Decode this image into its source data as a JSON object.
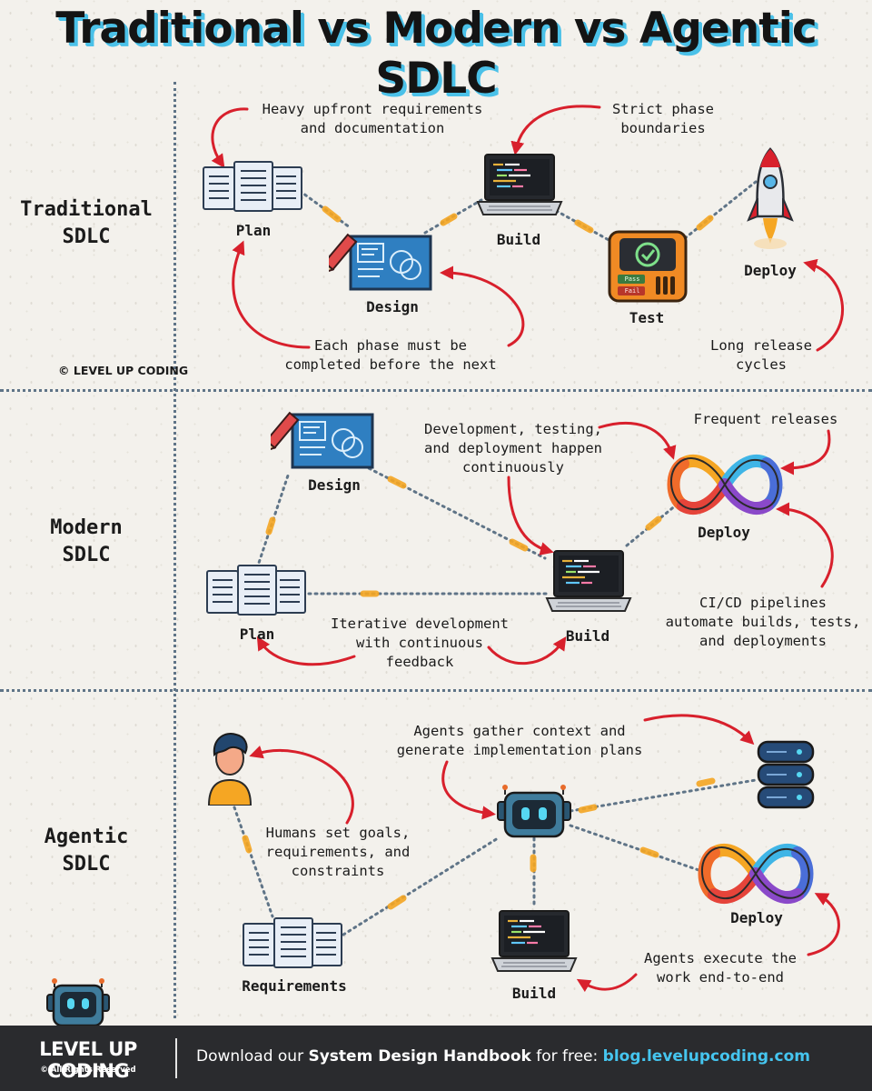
{
  "title": "Traditional vs Modern vs Agentic SDLC",
  "copyright": "© LEVEL UP CODING",
  "colors": {
    "arrow": "#d8202c",
    "connector": "#f5a623",
    "accent": "#45c5ef",
    "footer_bg": "#2a2b2e"
  },
  "traditional": {
    "label_line1": "Traditional",
    "label_line2": "SDLC",
    "nodes": {
      "plan": "Plan",
      "design": "Design",
      "build": "Build",
      "test": "Test",
      "deploy": "Deploy"
    },
    "test_badges": {
      "pass": "Pass",
      "fail": "Fail"
    },
    "notes": {
      "requirements": "Heavy upfront requirements\nand documentation",
      "boundaries": "Strict phase\nboundaries",
      "sequential": "Each phase must be\ncompleted before the next",
      "release": "Long release\ncycles"
    }
  },
  "modern": {
    "label_line1": "Modern",
    "label_line2": "SDLC",
    "nodes": {
      "design": "Design",
      "plan": "Plan",
      "build": "Build",
      "deploy": "Deploy"
    },
    "notes": {
      "continuous": "Development, testing,\nand deployment happen\ncontinuously",
      "frequent": "Frequent releases",
      "iterative": "Iterative development\nwith continuous\nfeedback",
      "cicd": "CI/CD pipelines\nautomate builds, tests,\nand deployments"
    }
  },
  "agentic": {
    "label_line1": "Agentic",
    "label_line2": "SDLC",
    "nodes": {
      "requirements": "Requirements",
      "build": "Build",
      "deploy": "Deploy"
    },
    "notes": {
      "context": "Agents gather context and\ngenerate implementation plans",
      "humans": "Humans set goals,\nrequirements, and\nconstraints",
      "execute": "Agents execute the\nwork end-to-end"
    }
  },
  "footer": {
    "brand": "LEVEL UP CODING",
    "rights": "© All Rights Reserved",
    "cta_prefix": "Download our ",
    "cta_bold": "System Design Handbook",
    "cta_suffix": " for free: ",
    "cta_url": "blog.levelupcoding.com"
  }
}
